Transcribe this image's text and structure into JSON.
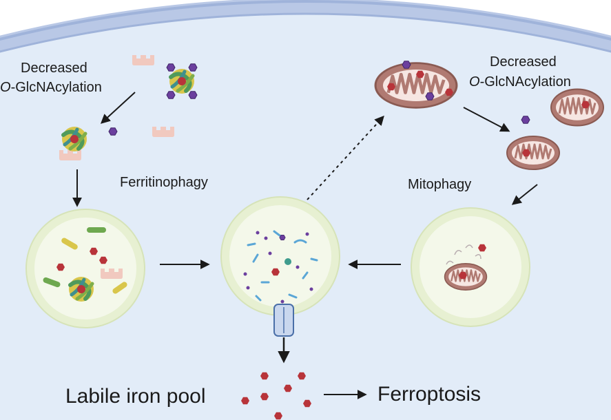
{
  "labels": {
    "left_decrease_line1": "Decreased",
    "left_decrease_italic": "O",
    "left_decrease_rest": "-GlcNAcylation",
    "right_decrease_line1": "Decreased",
    "right_decrease_italic": "O",
    "right_decrease_rest": "-GlcNAcylation",
    "ferritinophagy": "Ferritinophagy",
    "mitophagy": "Mitophagy",
    "labile_iron_pool": "Labile iron pool",
    "ferroptosis": "Ferroptosis"
  },
  "colors": {
    "cytoplasm": "#e2ecf8",
    "membrane": "#9fb3da",
    "vesicle_ring": "#e7f0d2",
    "vesicle_inner": "#f4f8ea",
    "iron": "#b8343a",
    "glcnac": "#6b3f9e",
    "mitochondrion": "#b07a72",
    "ncoa4": "#f1c9bf"
  }
}
